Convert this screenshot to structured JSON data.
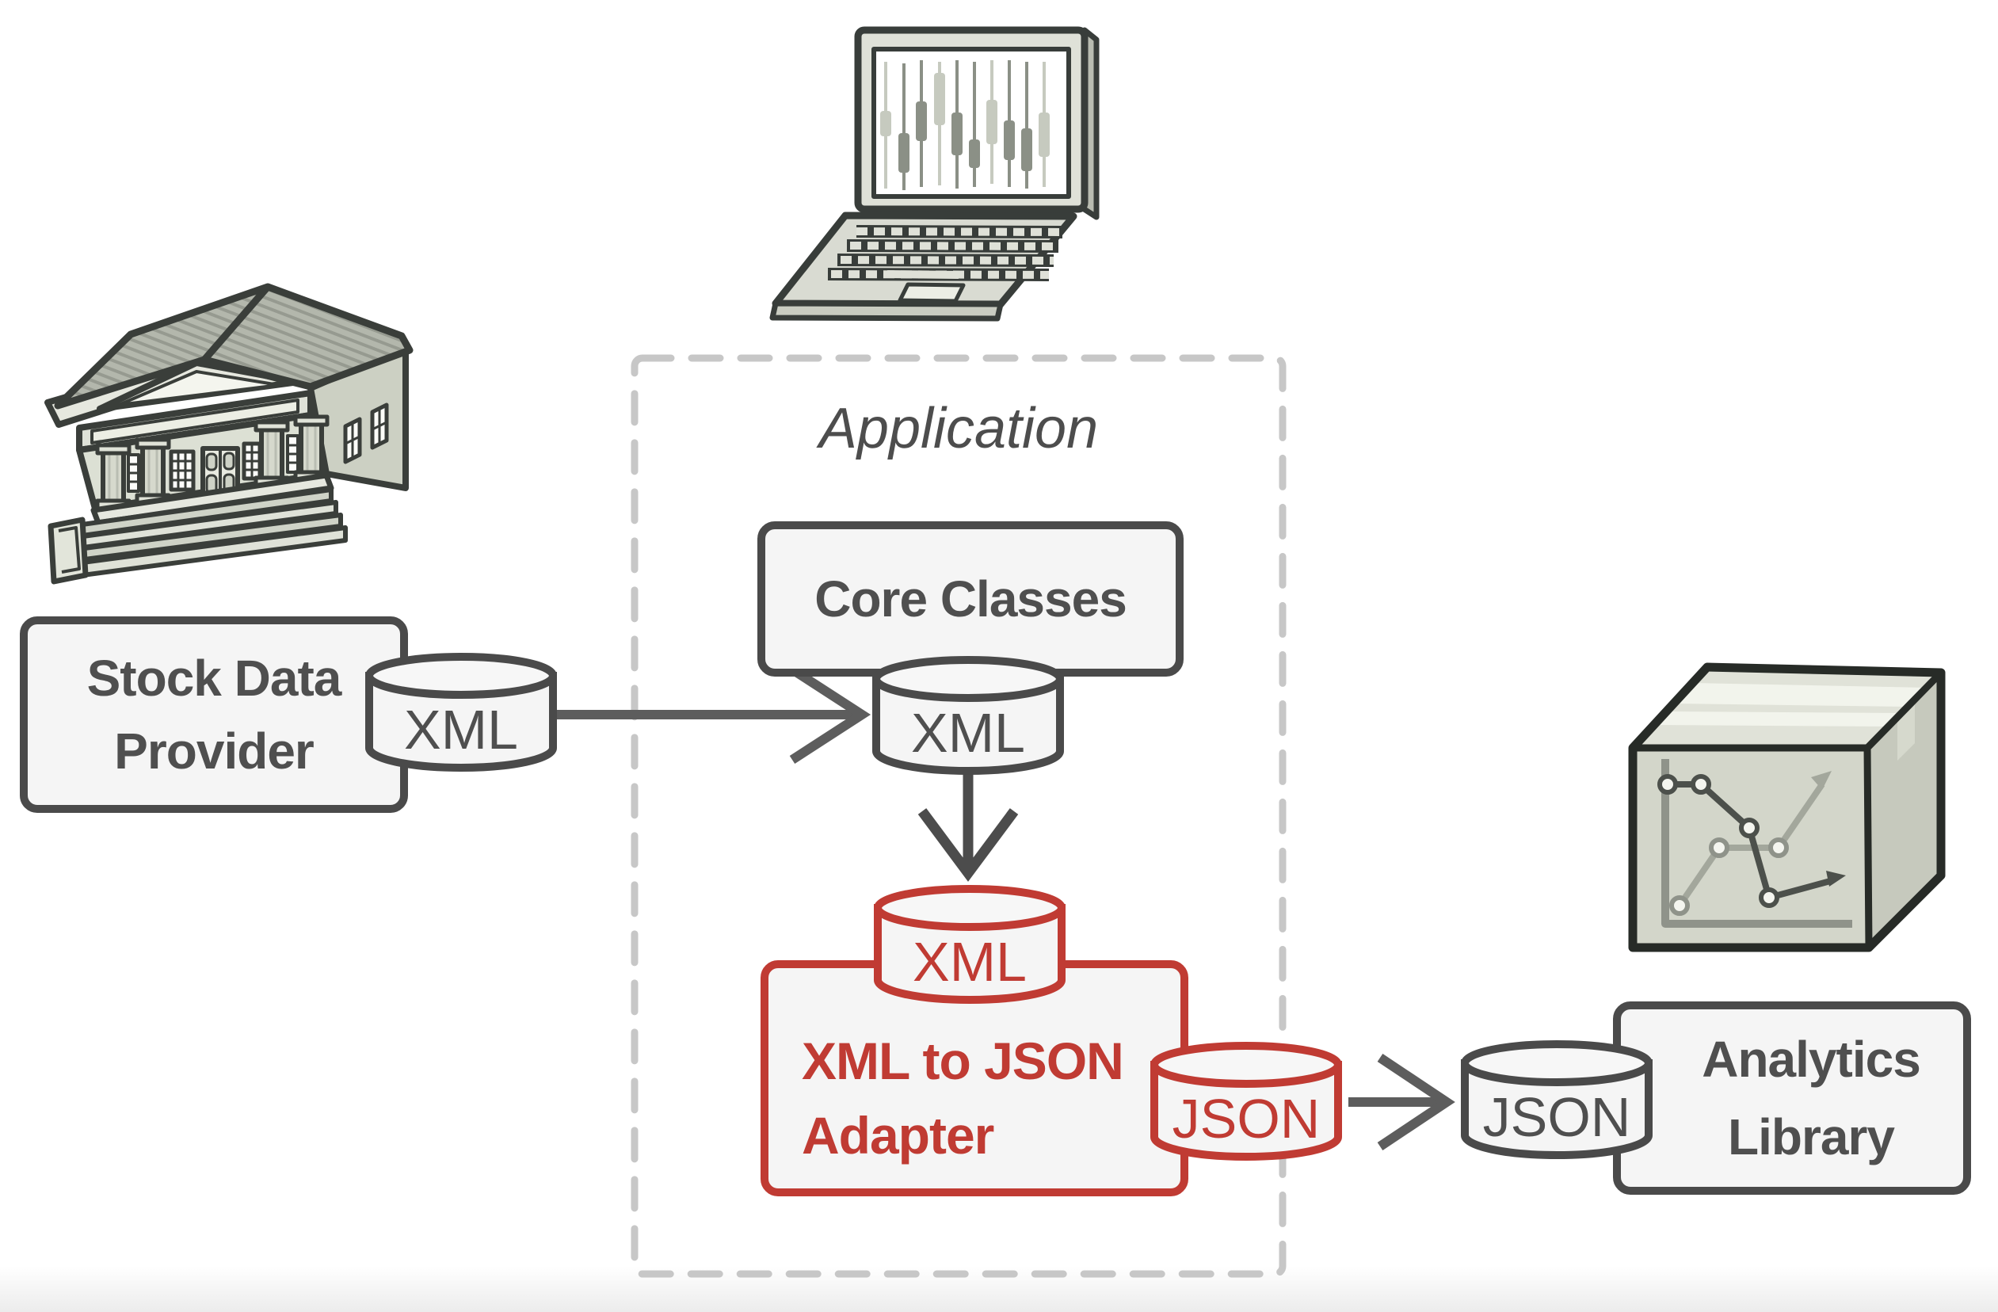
{
  "application": {
    "label": "Application"
  },
  "nodes": {
    "stock_provider": {
      "line1": "Stock Data",
      "line2": "Provider"
    },
    "core_classes": {
      "label": "Core Classes"
    },
    "adapter": {
      "line1": "XML to JSON",
      "line2": "Adapter"
    },
    "analytics": {
      "line1": "Analytics",
      "line2": "Library"
    }
  },
  "datastores": {
    "stock_xml": {
      "label": "XML"
    },
    "core_xml": {
      "label": "XML"
    },
    "adapter_xml": {
      "label": "XML"
    },
    "adapter_json": {
      "label": "JSON"
    },
    "analytics_json": {
      "label": "JSON"
    }
  },
  "colors": {
    "stroke_dark": "#4a4a4a",
    "accent_red": "#c03b33",
    "arrow_gray": "#5d5d5d",
    "dashed_border": "#c7c7c7",
    "box_fill": "#f5f5f5",
    "text_gray": "#4f4f4f"
  },
  "icons": {
    "laptop": "laptop-stock-chart-icon",
    "bank": "bank-building-icon",
    "package": "analytics-package-box-icon"
  }
}
